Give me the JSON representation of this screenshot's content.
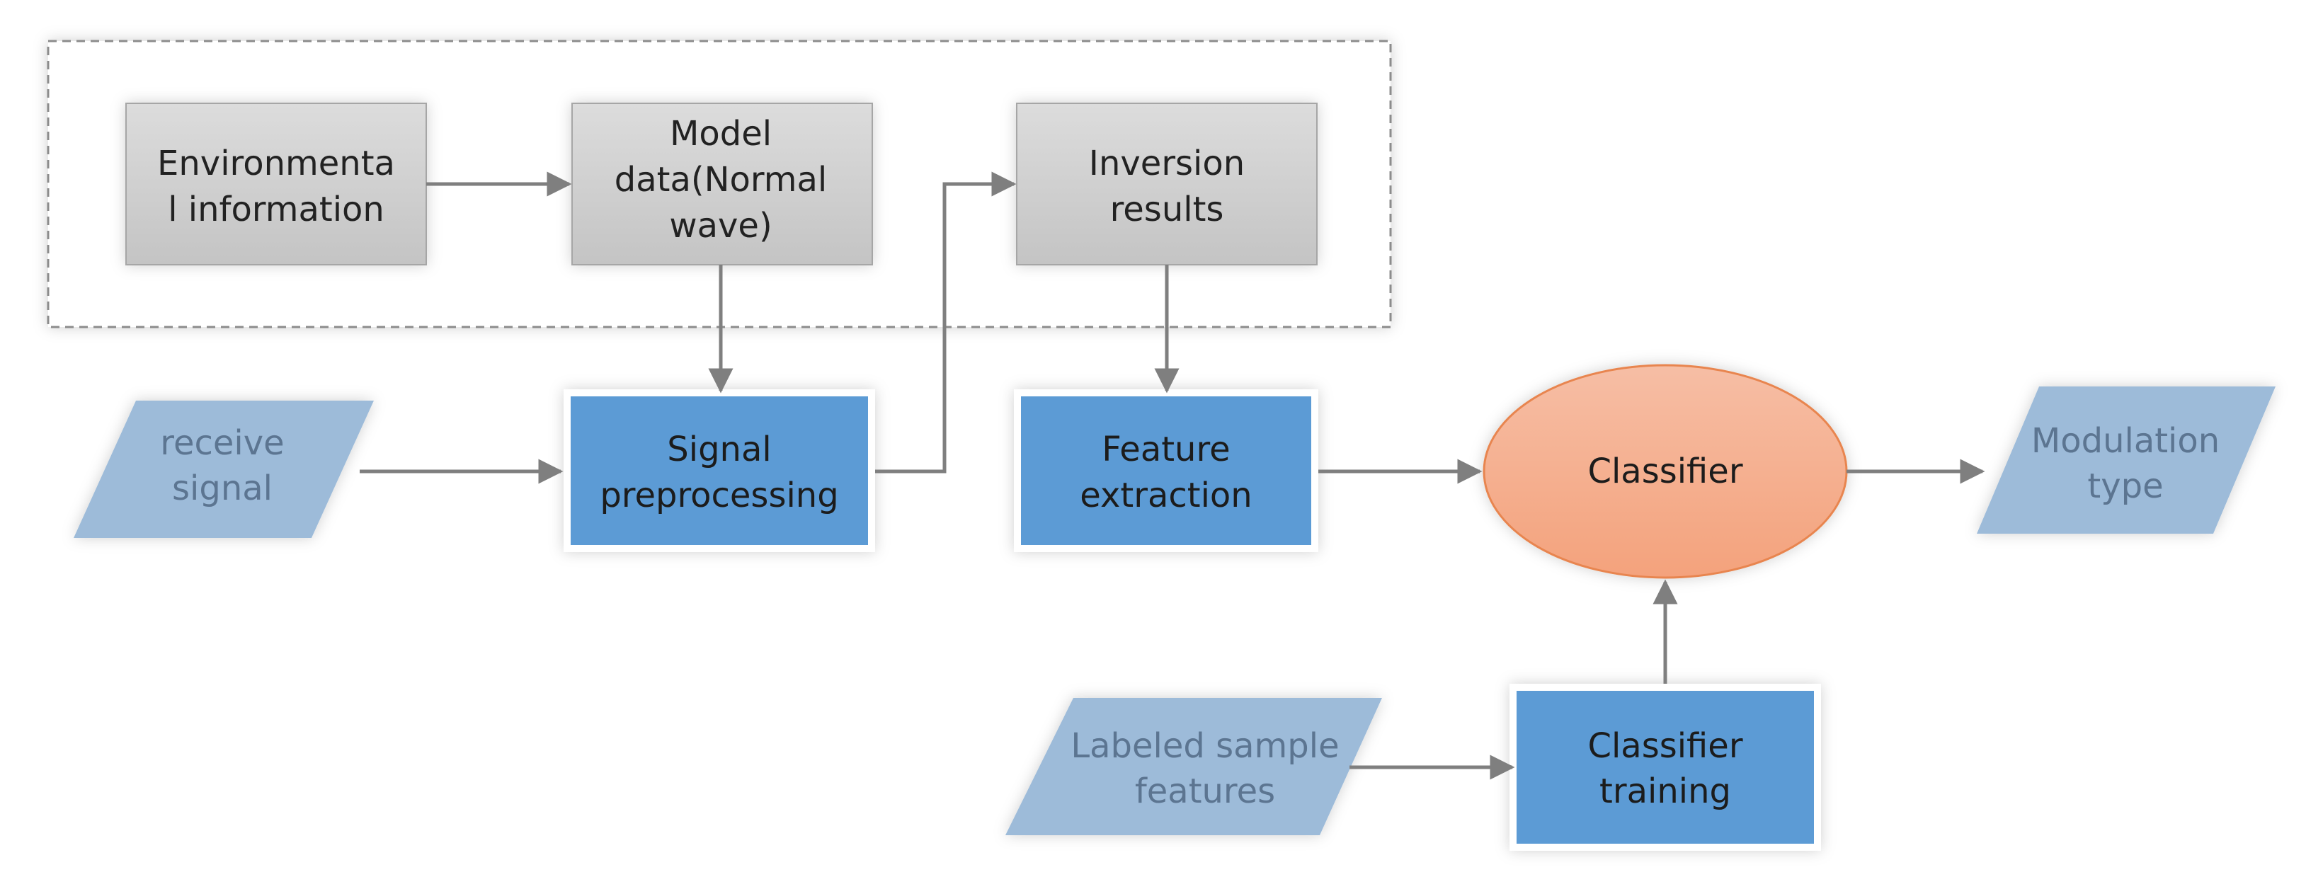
{
  "diagram": {
    "nodes": {
      "env_info": {
        "lines": [
          "Environmenta",
          "l information"
        ]
      },
      "model_data": {
        "lines": [
          "Model",
          "data(Normal",
          "wave)"
        ]
      },
      "inversion": {
        "lines": [
          "Inversion",
          "results"
        ]
      },
      "receive": {
        "lines": [
          "receive",
          "signal"
        ]
      },
      "preprocess": {
        "lines": [
          "Signal",
          "preprocessing"
        ]
      },
      "feature": {
        "lines": [
          "Feature",
          "extraction"
        ]
      },
      "classifier": {
        "lines": [
          "Classifier"
        ]
      },
      "modulation": {
        "lines": [
          "Modulation",
          "type"
        ]
      },
      "labeled": {
        "lines": [
          "Labeled sample",
          "features"
        ]
      },
      "training": {
        "lines": [
          "Classifier",
          "training"
        ]
      }
    },
    "colors": {
      "gray_box_top": "#dcdcdc",
      "gray_box_bottom": "#c4c4c4",
      "blue_box": "#5b9bd5",
      "io_shape": "#9dbbd9",
      "classifier_top": "#f6bea5",
      "classifier_bottom": "#f4a27c",
      "edge": "#7f7f7f"
    }
  }
}
